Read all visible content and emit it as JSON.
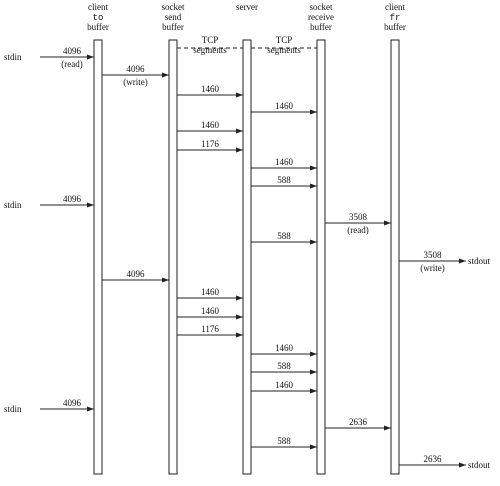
{
  "columns": [
    {
      "id": "client_to",
      "header": [
        "client",
        "to",
        "buffer"
      ],
      "mono": [
        false,
        true,
        false
      ]
    },
    {
      "id": "send_buffer",
      "header": [
        "socket",
        "send",
        "buffer"
      ],
      "mono": [
        false,
        false,
        false
      ]
    },
    {
      "id": "server",
      "header": [
        "server"
      ],
      "mono": [
        false
      ]
    },
    {
      "id": "recv_buffer",
      "header": [
        "socket",
        "receive",
        "buffer"
      ],
      "mono": [
        false,
        false,
        false
      ]
    },
    {
      "id": "client_fr",
      "header": [
        "client",
        "fr",
        "buffer"
      ],
      "mono": [
        false,
        true,
        false
      ]
    }
  ],
  "tcp_labels": [
    {
      "lines": [
        "TCP",
        "segments"
      ]
    },
    {
      "lines": [
        "TCP",
        "segments"
      ]
    }
  ],
  "side_labels": {
    "stdin": "stdin",
    "stdout": "stdout"
  },
  "arrows": [
    {
      "from": "stdin",
      "to": "client_to",
      "label": "4096",
      "sub": "(read)"
    },
    {
      "from": "client_to",
      "to": "send_buffer",
      "label": "4096",
      "sub": "(write)"
    },
    {
      "from": "send_buffer",
      "to": "server",
      "label": "1460"
    },
    {
      "from": "server",
      "to": "recv_buffer",
      "label": "1460"
    },
    {
      "from": "send_buffer",
      "to": "server",
      "label": "1460"
    },
    {
      "from": "send_buffer",
      "to": "server",
      "label": "1176"
    },
    {
      "from": "server",
      "to": "recv_buffer",
      "label": "1460"
    },
    {
      "from": "server",
      "to": "recv_buffer",
      "label": "588"
    },
    {
      "from": "stdin",
      "to": "client_to",
      "label": "4096"
    },
    {
      "from": "recv_buffer",
      "to": "client_fr",
      "label": "3508",
      "sub": "(read)"
    },
    {
      "from": "server",
      "to": "recv_buffer",
      "label": "588"
    },
    {
      "from": "client_fr",
      "to": "stdout",
      "label": "3508",
      "sub": "(write)"
    },
    {
      "from": "client_to",
      "to": "send_buffer",
      "label": "4096"
    },
    {
      "from": "send_buffer",
      "to": "server",
      "label": "1460"
    },
    {
      "from": "send_buffer",
      "to": "server",
      "label": "1460"
    },
    {
      "from": "send_buffer",
      "to": "server",
      "label": "1176"
    },
    {
      "from": "server",
      "to": "recv_buffer",
      "label": "1460"
    },
    {
      "from": "server",
      "to": "recv_buffer",
      "label": "588"
    },
    {
      "from": "server",
      "to": "recv_buffer",
      "label": "1460"
    },
    {
      "from": "stdin",
      "to": "client_to",
      "label": "4096"
    },
    {
      "from": "recv_buffer",
      "to": "client_fr",
      "label": "2636"
    },
    {
      "from": "server",
      "to": "recv_buffer",
      "label": "588"
    },
    {
      "from": "client_fr",
      "to": "stdout",
      "label": "2636"
    }
  ]
}
